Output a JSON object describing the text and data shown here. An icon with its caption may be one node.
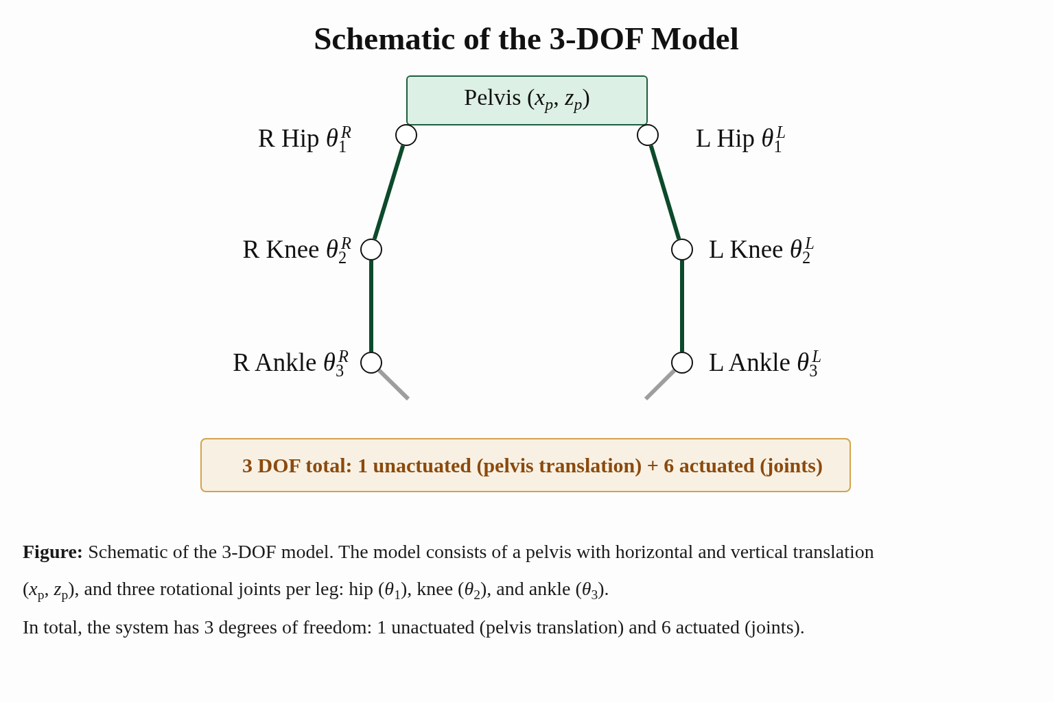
{
  "diagram": {
    "title": "Schematic of the 3-DOF Model",
    "nodes": [
      {
        "text": [
          "Pelvis (*x*$_{p}$, *z*$_{p}$)"
        ]
      },
      {
        "text": [],
        "shape": "circle",
        "beside": [
          "R Hip *θ*$_{1}$$^{R}$"
        ]
      },
      {
        "text": [],
        "shape": "circle",
        "beside": [
          "L Hip *θ*$_{1}$$^{L}$"
        ]
      },
      {
        "text": [],
        "shape": "circle",
        "beside": [
          "R Knee *θ*$_{2}$$^{R}$"
        ]
      },
      {
        "text": [],
        "shape": "circle",
        "beside": [
          "L Knee *θ*$_{2}$$^{L}$"
        ]
      },
      {
        "text": [],
        "shape": "circle",
        "beside": [
          "R Ankle *θ*$_{3}$$^{R}$"
        ]
      },
      {
        "text": [],
        "shape": "circle",
        "beside": [
          "L Ankle *θ*$_{3}$$^{L}$"
        ]
      },
      {
        "text": [
          "3 DOF total: 1 unactuated (pelvis translation) + 6 actuated (joints)"
        ]
      }
    ],
    "edges": [
      {
        "from": 1,
        "to": 3,
        "arrow": "none"
      },
      {
        "from": 3,
        "to": 5,
        "arrow": "none"
      },
      {
        "from": 2,
        "to": 4,
        "arrow": "none"
      },
      {
        "from": 4,
        "to": 6,
        "arrow": "none"
      },
      {
        "from": 5,
        "to": null,
        "arrow": "none",
        "color": "#9e9e9e"
      },
      {
        "from": 6,
        "to": null,
        "arrow": "none",
        "color": "#9e9e9e"
      }
    ],
    "labels": [
      "In total, the system has 3 degrees of freedom: 1 unactuated (pelvis translation) and 6 actuated (joints)."
    ],
    "caption": "**Figure:** Schematic of the 3-DOF model. The model consists of a pelvis with horizontal and vertical translation (*x*$_{p}$, *z*$_{p}$), and three rotational joints per leg: hip (*θ*$_{1}$), knee (*θ*$_{2}$), and ankle (*θ*$_{3}$)."
  }
}
